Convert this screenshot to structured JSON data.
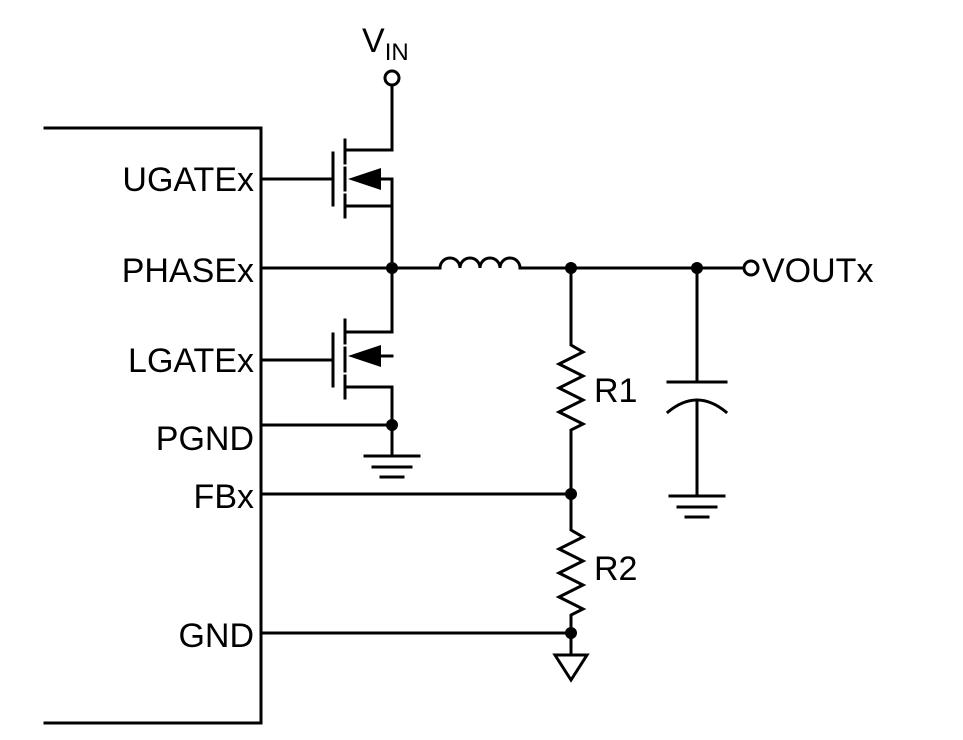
{
  "supply": {
    "name": "V",
    "subscript": "IN"
  },
  "pins": {
    "ugate": "UGATEx",
    "phase": "PHASEx",
    "lgate": "LGATEx",
    "pgnd": "PGND",
    "fb": "FBx",
    "gnd": "GND"
  },
  "output": {
    "label": "VOUTx"
  },
  "resistors": {
    "r1": "R1",
    "r2": "R2"
  },
  "colors": {
    "ink": "#000000",
    "background": "#ffffff"
  }
}
